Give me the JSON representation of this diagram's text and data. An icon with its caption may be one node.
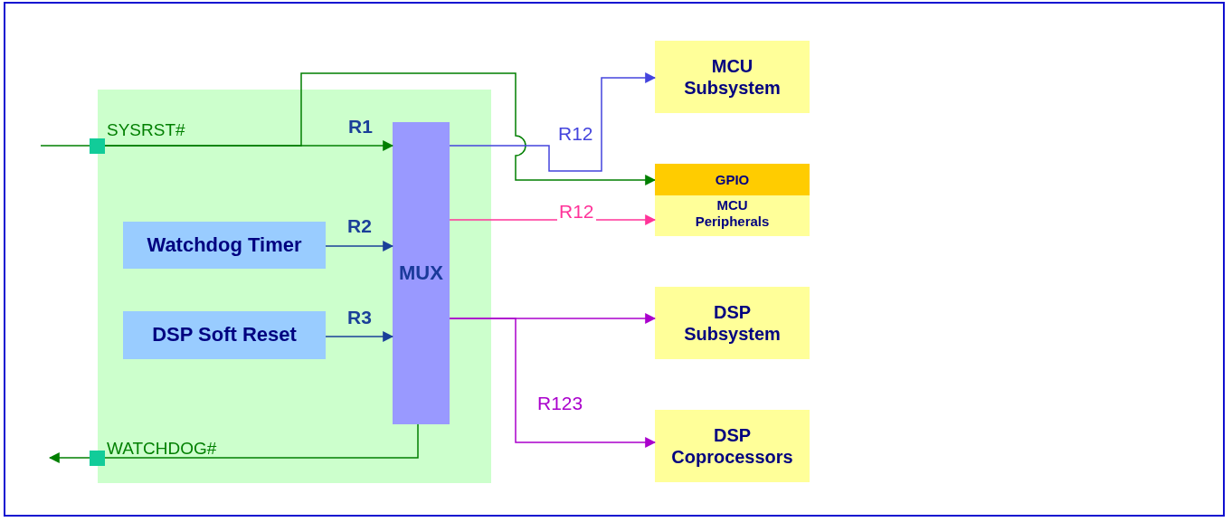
{
  "diagram": {
    "nodes": [
      {
        "text": [],
        "shape": "box"
      },
      {
        "text": [],
        "shape": "box",
        "in": 0,
        "beside": [
          "SYSRST#"
        ]
      },
      {
        "text": [
          "Watchdog Timer"
        ],
        "in": 0
      },
      {
        "text": [
          "DSP Soft Reset"
        ],
        "in": 0
      },
      {
        "text": [
          "MUX"
        ],
        "in": 0
      },
      {
        "text": [],
        "shape": "box",
        "in": 0,
        "beside": [
          "WATCHDOG#"
        ]
      },
      {
        "text": [
          "MCU Subsystem"
        ]
      },
      {
        "text": [
          "GPIO",
          "MCU Peripherals"
        ]
      },
      {
        "text": [
          "DSP Subsystem"
        ]
      },
      {
        "text": [
          "DSP Coprocessors"
        ]
      }
    ],
    "edges": [
      {
        "from": null,
        "to": 1,
        "arrow": "none"
      },
      {
        "from": 1,
        "to": 4,
        "arrow": "to",
        "label": "R1"
      },
      {
        "from": 1,
        "to": 7,
        "arrow": "to"
      },
      {
        "from": 2,
        "to": 4,
        "arrow": "to",
        "label": "R2",
        "color": "#1a3f99"
      },
      {
        "from": 3,
        "to": 4,
        "arrow": "to",
        "label": "R3",
        "color": "#1a3f99"
      },
      {
        "from": 4,
        "to": 6,
        "arrow": "to",
        "label": "R12",
        "color": "#4444dd"
      },
      {
        "from": 4,
        "to": 7,
        "arrow": "to",
        "label": "R12",
        "color": "#ff3399"
      },
      {
        "from": 4,
        "to": 8,
        "arrow": "to",
        "color": "#aa00cc"
      },
      {
        "from": 4,
        "to": 9,
        "arrow": "to",
        "label": "R123",
        "color": "#aa00cc"
      },
      {
        "from": 4,
        "to": 5,
        "arrow": "none"
      },
      {
        "from": 5,
        "to": null,
        "arrow": "to"
      }
    ]
  }
}
